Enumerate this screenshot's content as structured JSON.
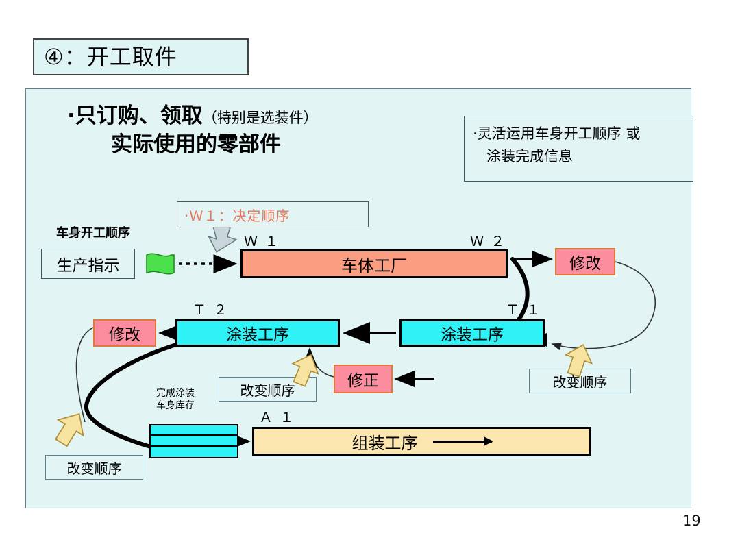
{
  "slide": {
    "title": "④：开工取件",
    "page_number": "19",
    "headline": {
      "line1_main": "·只订购、领取",
      "line1_paren": "（特别是选装件）",
      "line2": "实际使用的零部件"
    },
    "note_box": {
      "line1": "·灵活运用车身开工顺序 或",
      "line2": "涂装完成信息"
    }
  },
  "diagram": {
    "w1_callout": "·Ｗ１：决定顺序",
    "body_sequence_label": "车身开工顺序",
    "production_instruction": "生产指示",
    "flag_icon": "green-flag-icon",
    "tags": {
      "w1": "Ｗ １",
      "w2": "Ｗ ２",
      "t1": "Ｔ １",
      "t2": "Ｔ ２",
      "a1": "Ａ １"
    },
    "nodes": {
      "body_factory": "车体工厂",
      "paint_t2": "涂装工序",
      "paint_t1": "涂装工序",
      "assembly": "组装工序",
      "fix_right": "修改",
      "fix_left": "修改",
      "correct": "修正",
      "buffer_label_line1": "完成涂装",
      "buffer_label_line2": "车身库存"
    },
    "change_order": {
      "middle": "改变顺序",
      "right": "改变顺序",
      "left": "改变顺序"
    },
    "colors": {
      "panel_bg": "#e2f4f4",
      "body_factory": "#fa9d80",
      "paint_process": "#2ff2f7",
      "assembly": "#fbe6b0",
      "fix": "#fb8d9e",
      "flag": "#4de04d",
      "callout_text": "#e8765a",
      "yellow_arrow": "#f7e3a0"
    }
  }
}
